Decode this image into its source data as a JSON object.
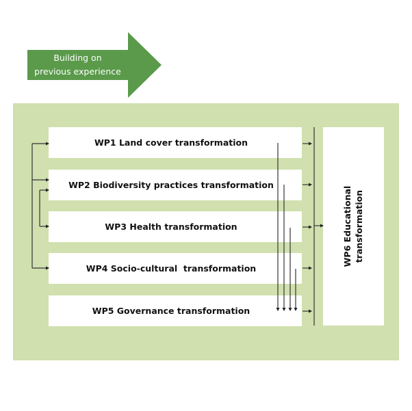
{
  "arrow": {
    "line1": "Building on",
    "line2": "previous experience",
    "color": "#5a9a4a"
  },
  "panel": {
    "color": "#d0e0ae"
  },
  "work_packages": [
    {
      "id": "WP1",
      "label": "WP1 Land cover transformation"
    },
    {
      "id": "WP2",
      "label": "WP2 Biodiversity practices transformation"
    },
    {
      "id": "WP3",
      "label": "WP3 Health transformation"
    },
    {
      "id": "WP4",
      "label": "WP4 Socio-cultural  transformation"
    },
    {
      "id": "WP5",
      "label": "WP5 Governance transformation"
    }
  ],
  "wp6": {
    "line1": "WP6 Educational",
    "line2": "transformation"
  },
  "line_color": "#333333"
}
